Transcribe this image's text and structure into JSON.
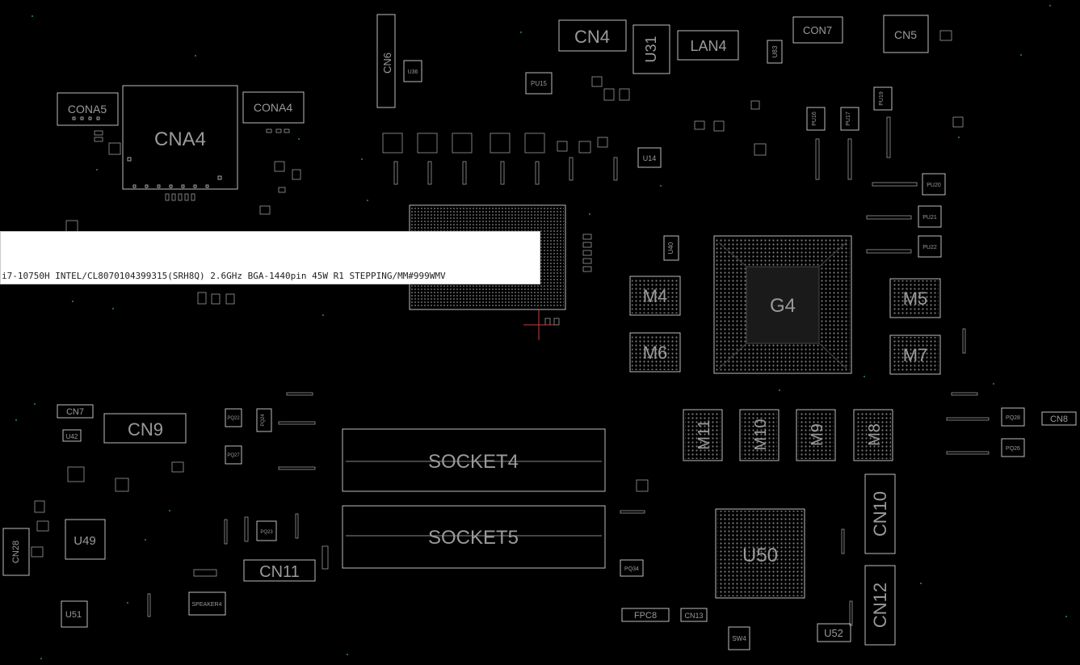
{
  "components": {
    "cona5": "CONA5",
    "cna4": "CNA4",
    "cona4": "CONA4",
    "cn6": "CN6",
    "cn4": "CN4",
    "u31": "U31",
    "lan4": "LAN4",
    "u83": "U83",
    "con7_top": "CON7",
    "cn5": "CN5",
    "u36": "U36",
    "pu15": "PU15",
    "u14": "U14",
    "pu16": "PU16",
    "pu17": "PU17",
    "pu19": "PU19",
    "pu20": "PU20",
    "pu21": "PU21",
    "pu22": "PU22",
    "u40": "U40",
    "m4": "M4",
    "m5": "M5",
    "m6": "M6",
    "m7": "M7",
    "g4": "G4",
    "cn7_bottom": "CN7",
    "cn9": "CN9",
    "u42": "U42",
    "u49": "U49",
    "u51": "U51",
    "cn28": "CN28",
    "cn11": "CN11",
    "speaker4": "SPEAKER4",
    "socket4": "SOCKET4",
    "socket5": "SOCKET5",
    "m11": "M11",
    "m10": "M10",
    "m9": "M9",
    "m8": "M8",
    "cn10": "CN10",
    "cn12": "CN12",
    "u50": "U50",
    "fpc8": "FPC8",
    "cn13": "CN13",
    "sw4": "SW4",
    "u52": "U52",
    "cn8": "CN8",
    "pq28": "PQ28",
    "pq26": "PQ26",
    "pq24": "PQ24",
    "pq27": "PQ27",
    "pq22": "PQ22",
    "pq23": "PQ23",
    "pq34": "PQ34"
  },
  "tooltip": {
    "text": "i7-10750H INTEL/CL8070104399315(SRH8Q) 2.6GHz BGA-1440pin 45W R1 STEPPING/MM#999WMV"
  }
}
